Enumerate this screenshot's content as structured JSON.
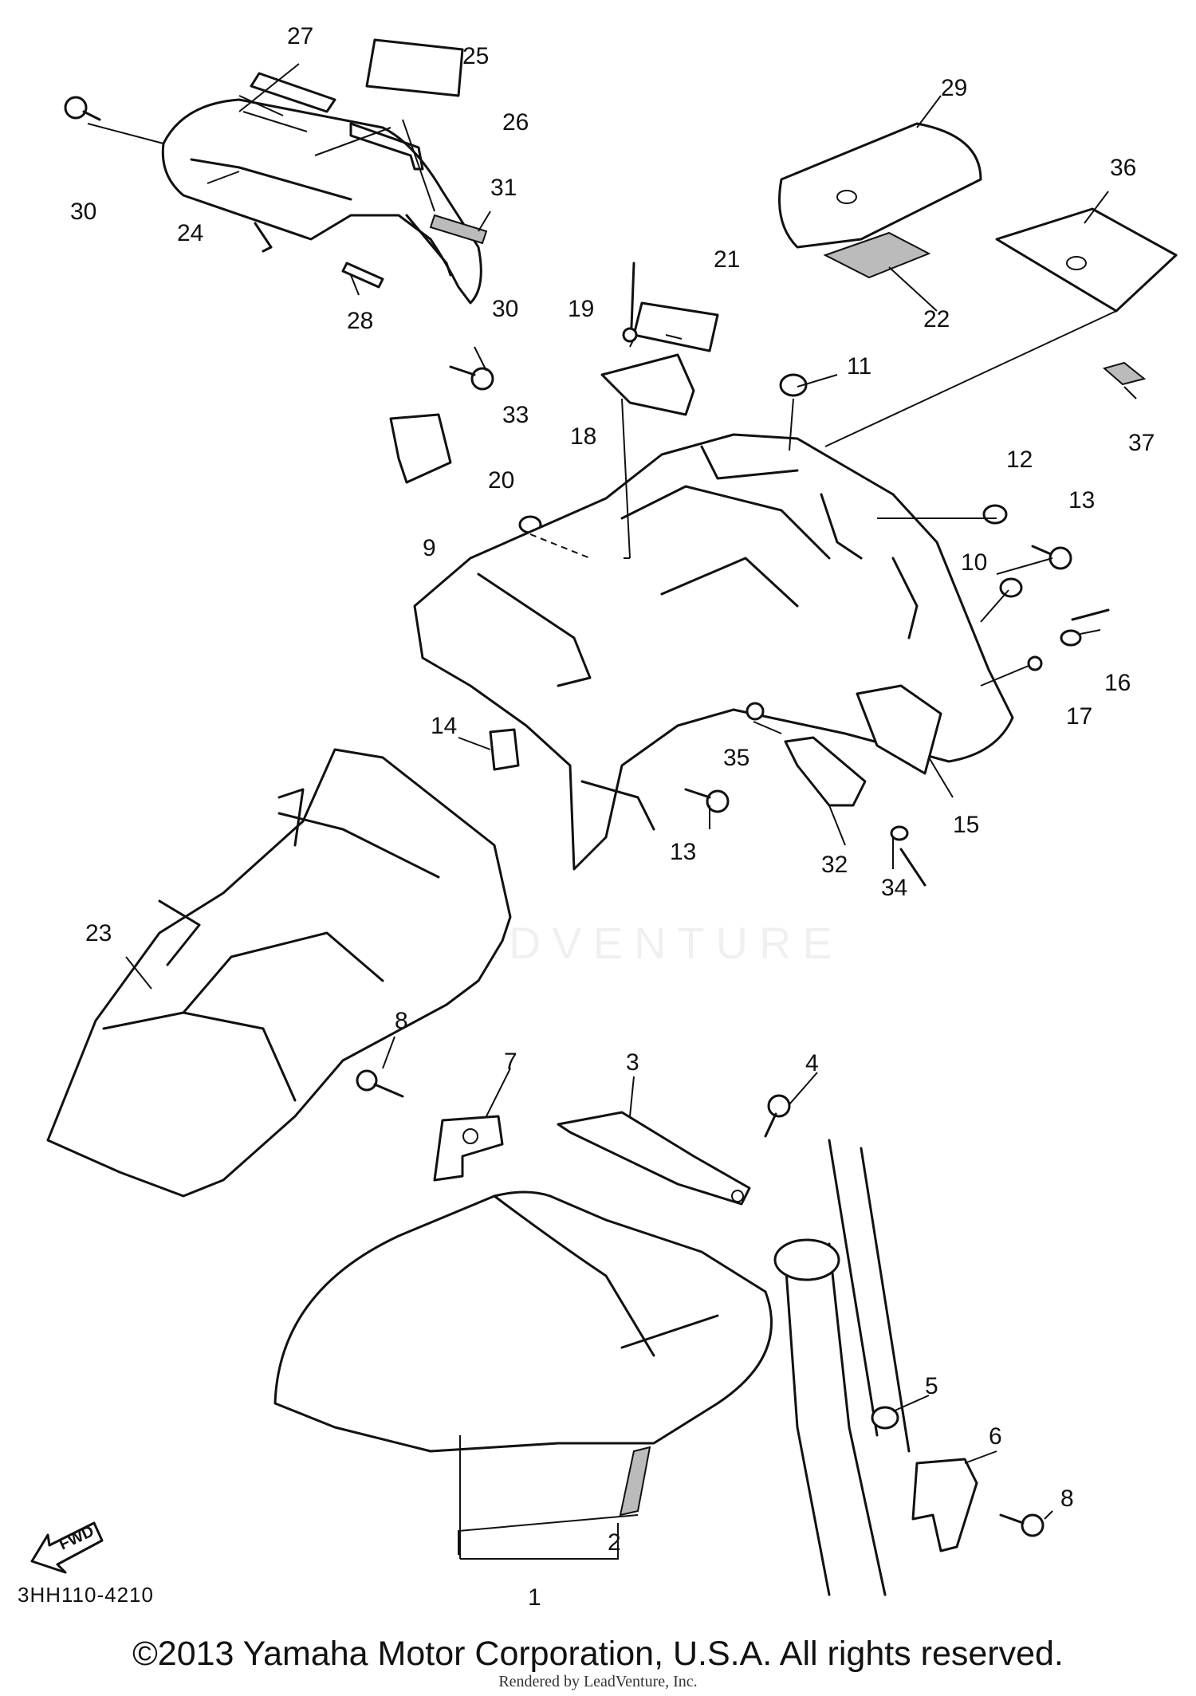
{
  "callouts": {
    "c1": "1",
    "c2": "2",
    "c3": "3",
    "c4": "4",
    "c5": "5",
    "c6": "6",
    "c7": "7",
    "c8a": "8",
    "c8b": "8",
    "c9": "9",
    "c10": "10",
    "c11": "11",
    "c12": "12",
    "c13a": "13",
    "c13b": "13",
    "c14": "14",
    "c15": "15",
    "c16": "16",
    "c17": "17",
    "c18": "18",
    "c19": "19",
    "c20": "20",
    "c21": "21",
    "c22": "22",
    "c23": "23",
    "c24": "24",
    "c25": "25",
    "c26": "26",
    "c27": "27",
    "c28": "28",
    "c29": "29",
    "c30a": "30",
    "c30b": "30",
    "c31": "31",
    "c32": "32",
    "c33": "33",
    "c34": "34",
    "c35": "35",
    "c36": "36",
    "c37": "37"
  },
  "fwd_label": "FWD",
  "diagram_code": "3HH110-4210",
  "copyright": "©2013 Yamaha Motor Corporation, U.S.A. All rights reserved.",
  "rendered_by": "Rendered by LeadVenture, Inc.",
  "watermark": "LEADVENTURE"
}
